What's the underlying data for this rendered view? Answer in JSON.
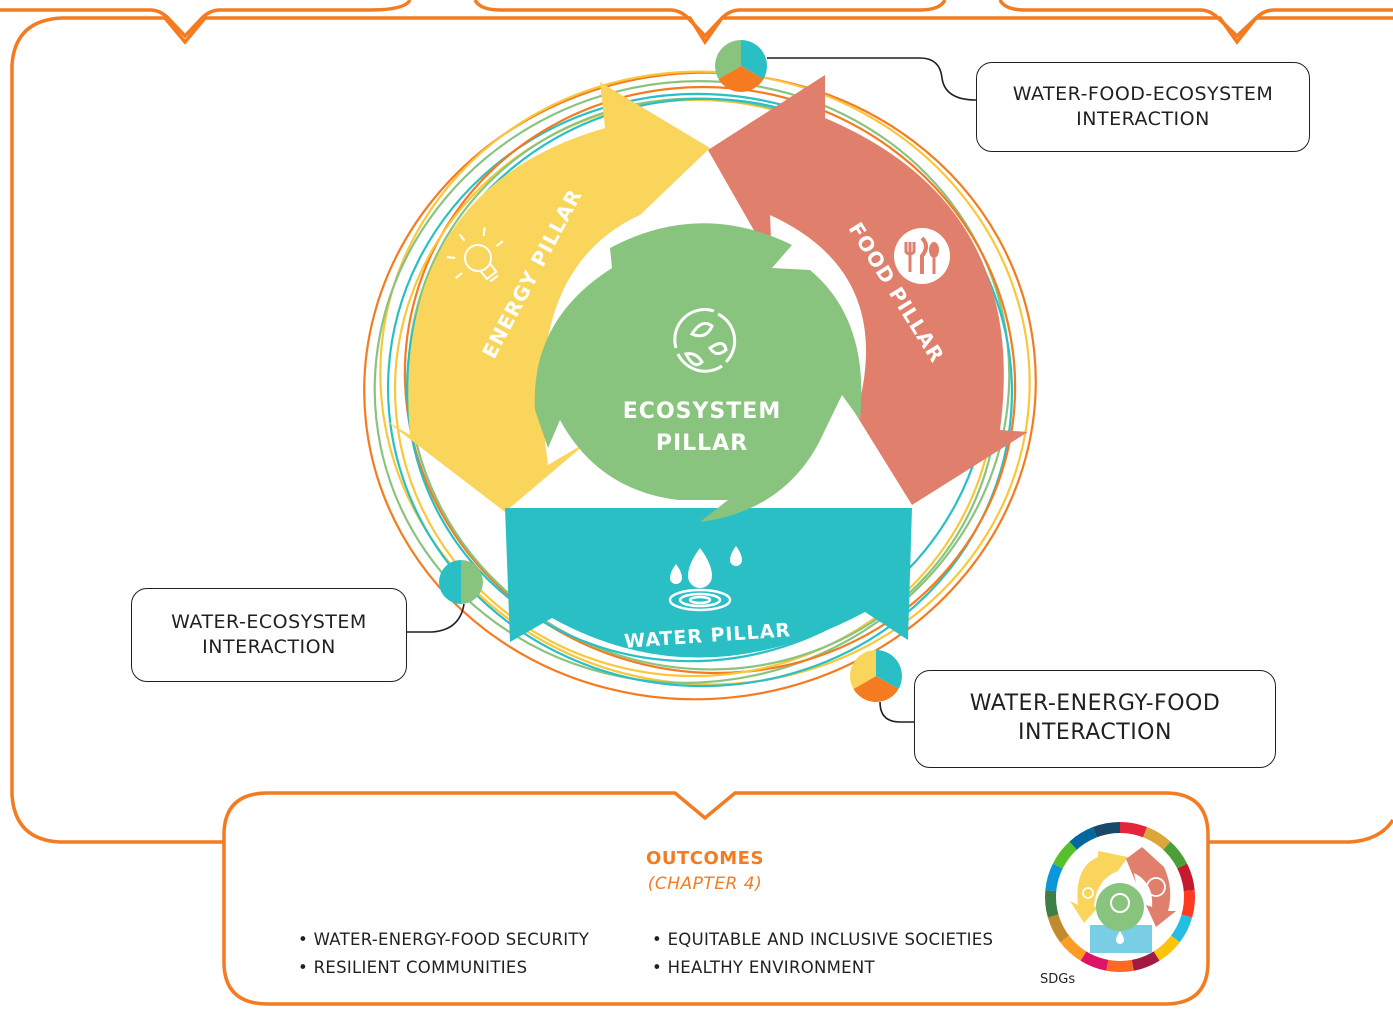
{
  "pillars": {
    "energy": "ENERGY PILLAR",
    "food": "FOOD PILLAR",
    "water": "WATER PILLAR",
    "ecosystem_line1": "ECOSYSTEM",
    "ecosystem_line2": "PILLAR"
  },
  "interactions": {
    "water_food_ecosystem": [
      "WATER-FOOD-ECOSYSTEM",
      "INTERACTION"
    ],
    "water_ecosystem": [
      "WATER-ECOSYSTEM",
      "INTERACTION"
    ],
    "water_energy_food": [
      "WATER-ENERGY-FOOD",
      "INTERACTION"
    ]
  },
  "outcomes": {
    "title": "OUTCOMES",
    "subtitle": "(CHAPTER 4)",
    "left_items": [
      "WATER-ENERGY-FOOD SECURITY",
      "RESILIENT COMMUNITIES"
    ],
    "right_items": [
      "EQUITABLE AND INCLUSIVE SOCIETIES",
      "HEALTHY ENVIRONMENT"
    ],
    "sdg_label": "SDGs"
  },
  "colors": {
    "orange": "#f47b20",
    "energy": "#f9d55b",
    "food": "#e07f6b",
    "water": "#2abfc4",
    "ecosystem": "#89c47f",
    "sdg_ring": [
      "#e5243b",
      "#dda63a",
      "#4c9f38",
      "#c5192d",
      "#ff3a21",
      "#26bde2",
      "#fcc30b",
      "#a21942",
      "#fd6925",
      "#dd1367",
      "#fd9d24",
      "#bf8b2e",
      "#3f7e44",
      "#0a97d9",
      "#56c02b",
      "#00689d",
      "#19486a"
    ]
  },
  "icons": [
    "lightbulb-icon",
    "fork-knife-spoon-icon",
    "recycle-leaves-icon",
    "water-drops-icon",
    "ripple-icon"
  ]
}
